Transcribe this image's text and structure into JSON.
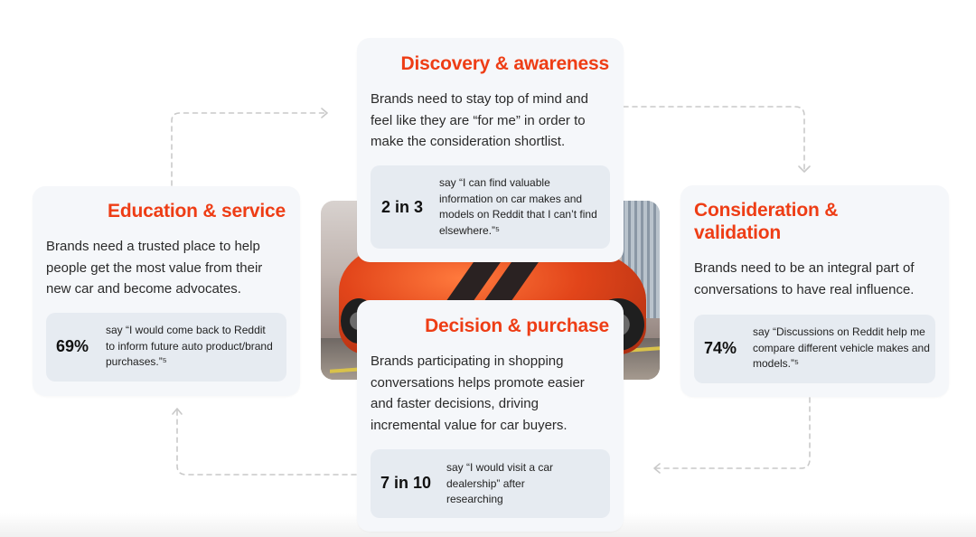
{
  "cards": {
    "discovery": {
      "title": "Discovery & awareness",
      "body": "Brands need to stay top of mind and feel like they are “for me” in order to make the consideration shortlist.",
      "stat_value": "2 in 3",
      "stat_text": "say “I can find valuable information on car makes and models on Reddit that I can’t find elsewhere.”⁵"
    },
    "education": {
      "title": "Education & service",
      "body": "Brands need a trusted place to help people get the most value from their new car and become advocates.",
      "stat_value": "69%",
      "stat_text": "say “I would come back to Reddit to inform future auto product/brand purchases.”⁵"
    },
    "consideration": {
      "title_line1": "Consideration &",
      "title_line2": "validation",
      "body": "Brands need to be an integral part of conversations to have real influence.",
      "stat_value": "74%",
      "stat_text": "say “Discussions on Reddit help me compare different vehicle makes and models.”⁵"
    },
    "decision": {
      "title": "Decision & purchase",
      "body": "Brands participating in shopping conversations helps promote easier and faster decisions, driving incremental value for car buyers.",
      "stat_value": "7 in 10",
      "stat_text": "say “I would visit a car dealership” after researching"
    }
  },
  "colors": {
    "title_accent": "#ee3d15",
    "card_bg": "#f5f7fa",
    "stat_bg": "#e6ebf1",
    "arrow": "#c9c9c9"
  }
}
